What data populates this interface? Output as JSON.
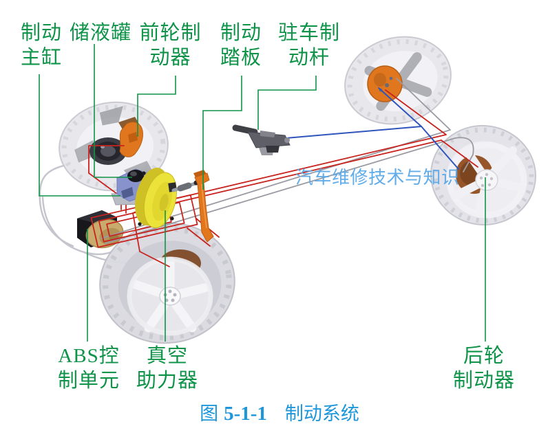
{
  "figure": {
    "watermark": "汽车维修技术与知识",
    "caption": {
      "prefix": "图",
      "number": "5-1-1",
      "title": "制动系统"
    }
  },
  "labels": {
    "master_cylinder": {
      "line1": "制动",
      "line2": "主缸"
    },
    "reservoir": {
      "line1": "储液罐",
      "line2": ""
    },
    "front_brake": {
      "line1": "前轮制",
      "line2": "动器"
    },
    "brake_pedal": {
      "line1": "制动",
      "line2": "踏板"
    },
    "parking_lever": {
      "line1": "驻车制",
      "line2": "动杆"
    },
    "abs_unit": {
      "line1": "ABS控",
      "line2": "制单元"
    },
    "vacuum_booster": {
      "line1": "真空",
      "line2": "助力器"
    },
    "rear_brake": {
      "line1": "后轮",
      "line2": "制动器"
    }
  },
  "colors": {
    "label_green": "#0e9348",
    "leader_green": "#0f9447",
    "caption_blue": "#1e97da",
    "watermark_blue": "#5aa9e8",
    "brake_line_red": "#c8231e",
    "parking_cable_blue": "#2f55bd",
    "chassis_gray": "#9a9aa2",
    "booster_yellow": "#ece33a",
    "master_cylinder_blue": "#8893cd",
    "caliper_orange": "#e0771e",
    "abs_brass": "#c9ab6e"
  }
}
